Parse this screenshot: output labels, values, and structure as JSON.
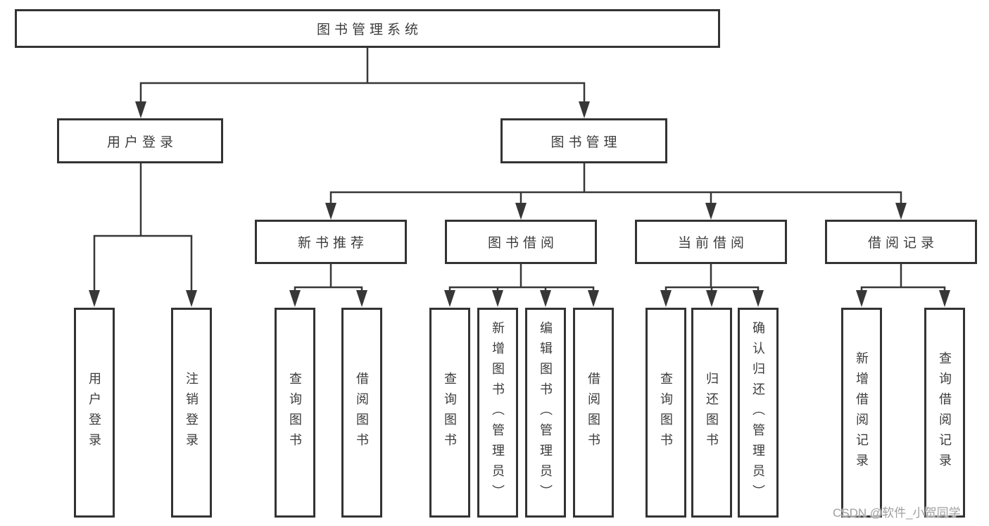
{
  "diagram": {
    "root": {
      "label": "图书管理系统"
    },
    "level2": [
      {
        "label": "用户登录"
      },
      {
        "label": "图书管理"
      }
    ],
    "level3": [
      {
        "label": "新书推荐",
        "parent": "图书管理"
      },
      {
        "label": "图书借阅",
        "parent": "图书管理"
      },
      {
        "label": "当前借阅",
        "parent": "图书管理"
      },
      {
        "label": "借阅记录",
        "parent": "图书管理"
      }
    ],
    "leaves": [
      {
        "label": "用户登录",
        "parent": "用户登录"
      },
      {
        "label": "注销登录",
        "parent": "用户登录"
      },
      {
        "label": "查询图书",
        "parent": "新书推荐"
      },
      {
        "label": "借阅图书",
        "parent": "新书推荐"
      },
      {
        "label": "查询图书",
        "parent": "图书借阅"
      },
      {
        "label": "新增图书（管理员）",
        "parent": "图书借阅"
      },
      {
        "label": "编辑图书（管理员）",
        "parent": "图书借阅"
      },
      {
        "label": "借阅图书",
        "parent": "图书借阅"
      },
      {
        "label": "查询图书",
        "parent": "当前借阅"
      },
      {
        "label": "归还图书",
        "parent": "当前借阅"
      },
      {
        "label": "确认归还（管理员）",
        "parent": "当前借阅"
      },
      {
        "label": "新增借阅记录",
        "parent": "借阅记录"
      },
      {
        "label": "查询借阅记录",
        "parent": "借阅记录"
      }
    ],
    "colors": {
      "line": "#373737",
      "box_border": "#333333",
      "box_fill": "#ffffff",
      "text": "#3c3c3c",
      "watermark": "#9f9f9f",
      "background": "#ffffff"
    }
  },
  "watermark": {
    "text": "CSDN @软件_小贺同学"
  }
}
